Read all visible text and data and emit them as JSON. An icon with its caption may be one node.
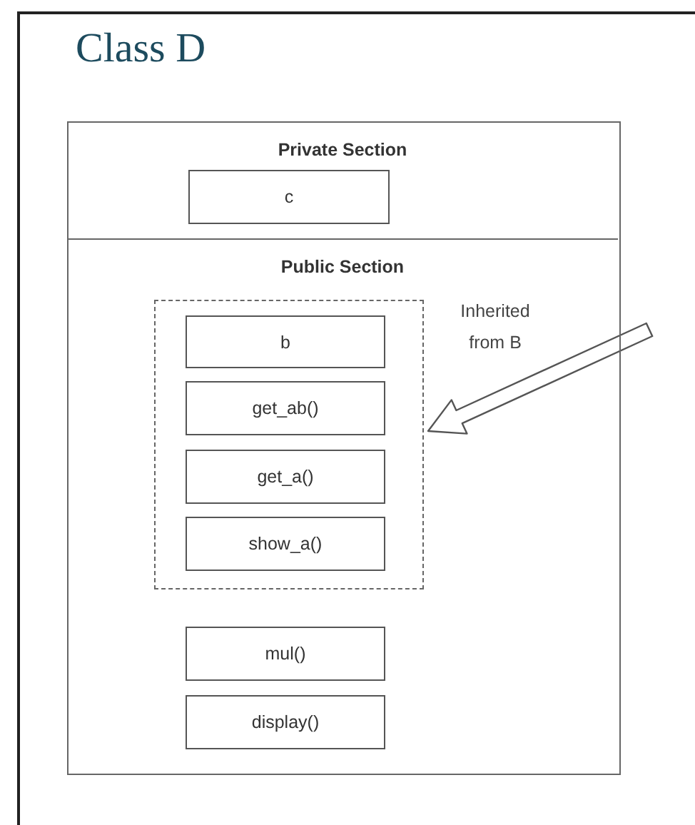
{
  "diagram": {
    "title": "Class D",
    "nodes": [
      {
        "text": [],
        "shape": "box"
      },
      {
        "text": [
          "Private Section"
        ],
        "in": 0
      },
      {
        "text": [
          "c"
        ],
        "in": 1
      },
      {
        "text": [
          "Public Section"
        ],
        "in": 0
      },
      {
        "text": [],
        "shape": "box",
        "in": 3
      },
      {
        "text": [
          "b"
        ],
        "in": 4
      },
      {
        "text": [
          "get_ab()"
        ],
        "in": 4
      },
      {
        "text": [
          "get_a()"
        ],
        "in": 4
      },
      {
        "text": [
          "show_a()"
        ],
        "in": 4
      },
      {
        "text": [
          "mul()"
        ],
        "in": 3
      },
      {
        "text": [
          "display()"
        ],
        "in": 3
      }
    ],
    "edges": [
      {
        "from": null,
        "to": 4,
        "arrow": "to",
        "style": "thick"
      }
    ],
    "labels": [
      "Inherited from B"
    ]
  }
}
